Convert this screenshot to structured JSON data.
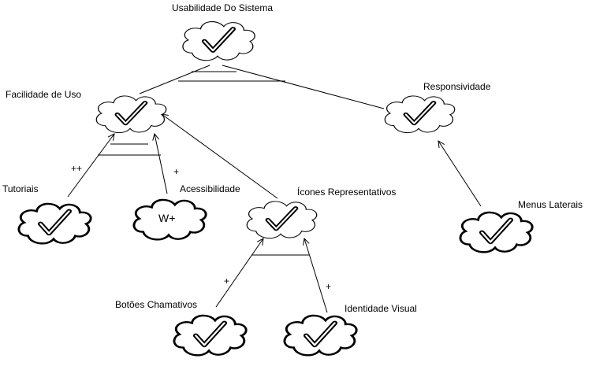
{
  "nodes": {
    "usabilidade": {
      "label": "Usabilidade Do Sistema",
      "icon": "check-icon"
    },
    "facilidade": {
      "label": "Facilidade de Uso",
      "icon": "check-icon"
    },
    "responsividade": {
      "label": "Responsividade",
      "icon": "check-icon"
    },
    "tutoriais": {
      "label": "Tutoriais",
      "icon": "check-icon"
    },
    "acessibilidade": {
      "label": "Acessibilidade",
      "icon": "weak-plus-label",
      "inner_text": "W+"
    },
    "icones": {
      "label": "Ícones Representativos",
      "icon": "check-icon"
    },
    "menus": {
      "label": "Menus Laterais",
      "icon": "check-icon"
    },
    "botoes": {
      "label": "Botões Chamativos",
      "icon": "check-icon"
    },
    "identidade": {
      "label": "Identidade Visual",
      "icon": "check-icon"
    }
  },
  "contributions": {
    "tutoriais_to_facilidade": "++",
    "acessibilidade_to_facilidade": "+",
    "botoes_to_icones": "+",
    "identidade_to_icones": "+"
  }
}
